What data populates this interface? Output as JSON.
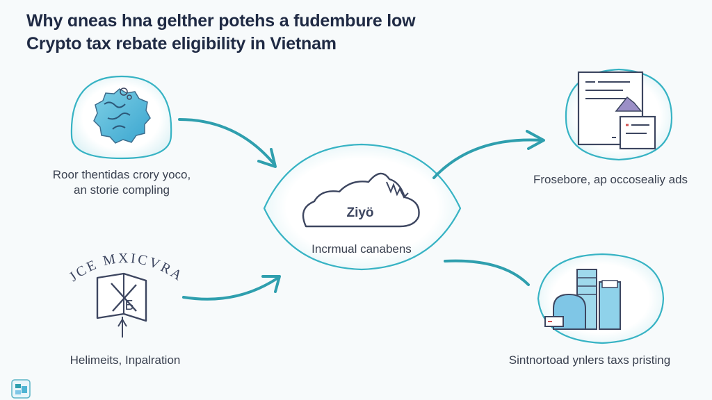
{
  "title": {
    "line1": "Why ɑneas hna gelther potehs a fudembure low",
    "line2": "Crypto tax rebate eligibility in Vietnam"
  },
  "nodes": {
    "top_left": {
      "line1": "Roor thentidas crory yoco,",
      "line2": "an storie compling",
      "icon": "blue-badge-icon"
    },
    "bottom_left": {
      "label": "Helimeits, Inpalration",
      "icon": "book-letters-icon",
      "arc_text": "JCE MXICVRA"
    },
    "center": {
      "label": "Incrmual canabens",
      "icon": "mountain-cloud-icon",
      "inner_text": "Zіуö"
    },
    "top_right": {
      "label": "Frosebore, ap occosealiy ads",
      "icon": "documents-icon"
    },
    "bottom_right": {
      "label": "Sintnortoad ynlers taxs pristing",
      "icon": "bottles-jars-icon"
    }
  },
  "colors": {
    "accent": "#2aa7b8",
    "arrow": "#2f9fae",
    "ink": "#3d4660",
    "title": "#1f2a44",
    "glow": "#bfe6ee"
  }
}
